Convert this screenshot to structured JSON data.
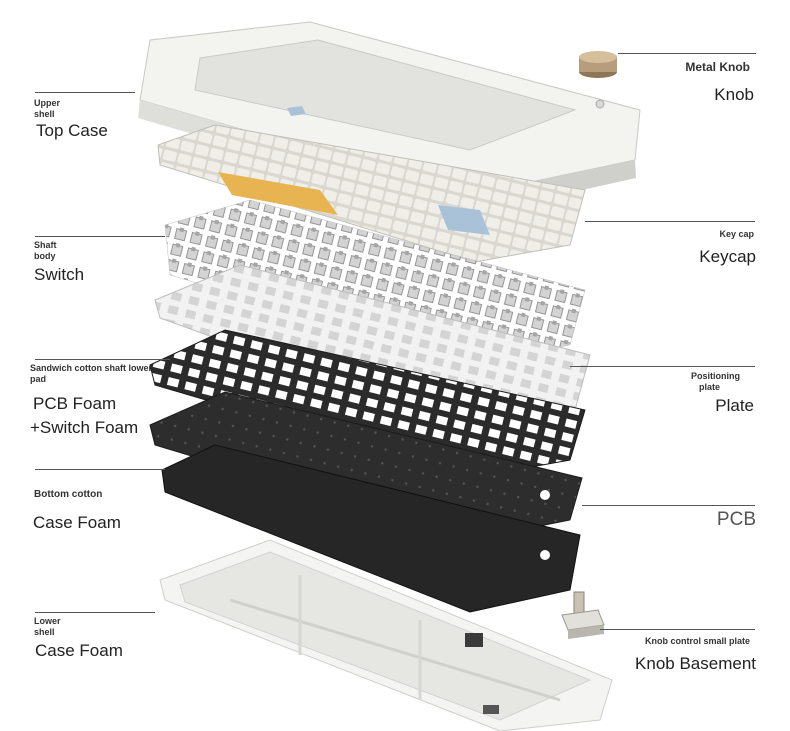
{
  "labels": {
    "metal_knob": {
      "small": "Metal Knob",
      "big": "Knob"
    },
    "top_case": {
      "small_line1": "Upper",
      "small_line2": "shell",
      "big": "Top Case"
    },
    "keycap": {
      "small": "Key cap",
      "big": "Keycap"
    },
    "switch": {
      "small_line1": "Shaft",
      "small_line2": "body",
      "big": "Switch"
    },
    "pcb_foam": {
      "small_line1": "Sandwich cotton shaft lower",
      "small_line2": "pad",
      "big_line1": "PCB Foam",
      "big_line2": "+Switch Foam"
    },
    "plate": {
      "small_line1": "Positioning",
      "small_line2": "plate",
      "big": "Plate"
    },
    "case_foam": {
      "small": "Bottom cotton",
      "big": "Case Foam"
    },
    "pcb": {
      "big": "PCB"
    },
    "lower_shell": {
      "small_line1": "Lower",
      "small_line2": "shell",
      "big": "Case Foam"
    },
    "knob_basement": {
      "small": "Knob control small plate",
      "big": "Knob Basement"
    }
  },
  "colors": {
    "shell_white": "#f1f1ee",
    "keycap_cream": "#ecebe4",
    "keycap_orange": "#e8b452",
    "keycap_blue": "#a9c2d8",
    "knob_bronze": "#b89d7c",
    "foam_dark": "#2a2a2a",
    "switch_clear": "#c9c9c9"
  }
}
